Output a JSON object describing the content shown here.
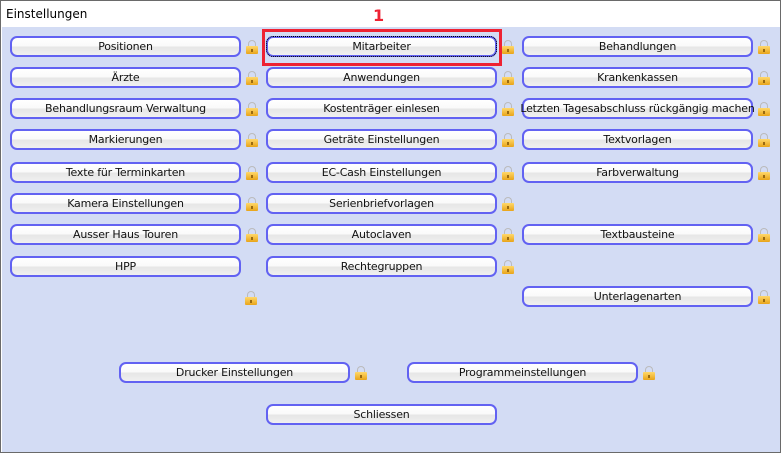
{
  "window": {
    "title": "Einstellungen"
  },
  "annotation": {
    "label": "1",
    "color": "#ee2233"
  },
  "columns": [
    [
      "Positionen",
      "Ärzte",
      "Behandlungsraum Verwaltung",
      "Markierungen",
      "Texte für Terminkarten",
      "Kamera Einstellungen",
      "Ausser Haus Touren",
      "HPP"
    ],
    [
      "Mitarbeiter",
      "Anwendungen",
      "Kostenträger einlesen",
      "Geträte Einstellungen",
      "EC-Cash Einstellungen",
      "Serienbriefvorlagen",
      "Autoclaven",
      "Rechtegruppen"
    ],
    [
      "Behandlungen",
      "Krankenkassen",
      "Letzten Tagesabschluss rückgängig machen",
      "Textvorlagen",
      "Farbverwaltung",
      "",
      "Textbausteine",
      ""
    ]
  ],
  "extra": {
    "unterlagenarten": "Unterlagenarten",
    "drucker": "Drucker Einstellungen",
    "programm": "Programmeinstellungen",
    "close": "Schliessen"
  },
  "colors": {
    "background": "#d3dcf4",
    "button_border": "#6262f2"
  }
}
